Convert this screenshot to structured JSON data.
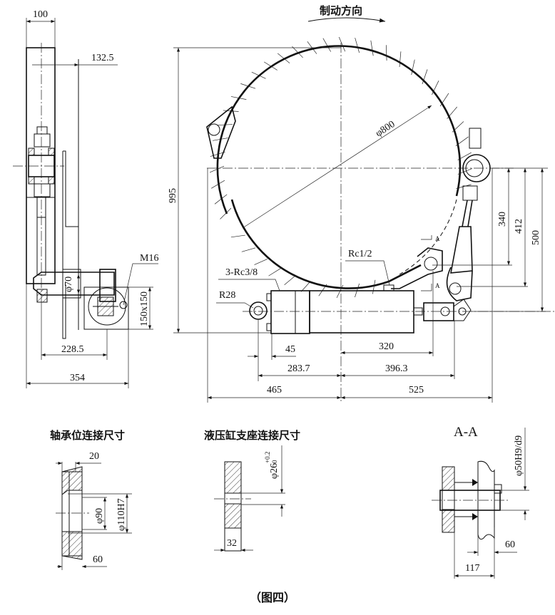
{
  "side_view": {
    "dim_plate_width": "100",
    "dim_offset": "132.5",
    "shaft_diameter": "φ70",
    "thread": "M16",
    "base_size": "150x150",
    "dim_228": "228.5",
    "dim_354": "354"
  },
  "front_view": {
    "direction_label": "制动方向",
    "drum_diameter": "φ800",
    "total_height": "995",
    "dim_340": "340",
    "dim_412": "412",
    "dim_500": "500",
    "port_rc12": "Rc1/2",
    "port_rc38": "3-Rc3/8",
    "radius": "R28",
    "dim_45": "45",
    "dim_320": "320",
    "dim_283": "283.7",
    "dim_396": "396.3",
    "dim_465": "465",
    "dim_525": "525",
    "section_mark": "A"
  },
  "detail_bearing": {
    "title": "轴承位连接尺寸",
    "dim_20": "20",
    "dim_90": "φ90",
    "dim_110": "φ110H7",
    "dim_60": "60"
  },
  "detail_cylinder": {
    "title": "液压缸支座连接尺寸",
    "dim_26": "φ26",
    "tol_upper": "+0.2",
    "tol_lower": "0",
    "dim_32": "32"
  },
  "section_aa": {
    "title": "A-A",
    "dim_50": "φ50H9/d9",
    "dim_60": "60",
    "dim_117": "117"
  },
  "caption": "（图四）"
}
